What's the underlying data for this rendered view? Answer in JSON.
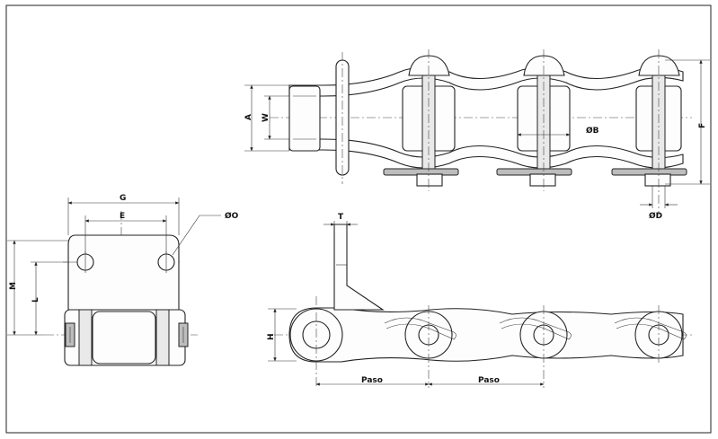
{
  "labels": {
    "a": "A",
    "w": "W",
    "f": "F",
    "b": "ØB",
    "d": "ØD",
    "g": "G",
    "e": "E",
    "o": "ØO",
    "m": "M",
    "l": "L",
    "t": "T",
    "h": "H",
    "paso1": "Paso",
    "paso2": "Paso"
  }
}
